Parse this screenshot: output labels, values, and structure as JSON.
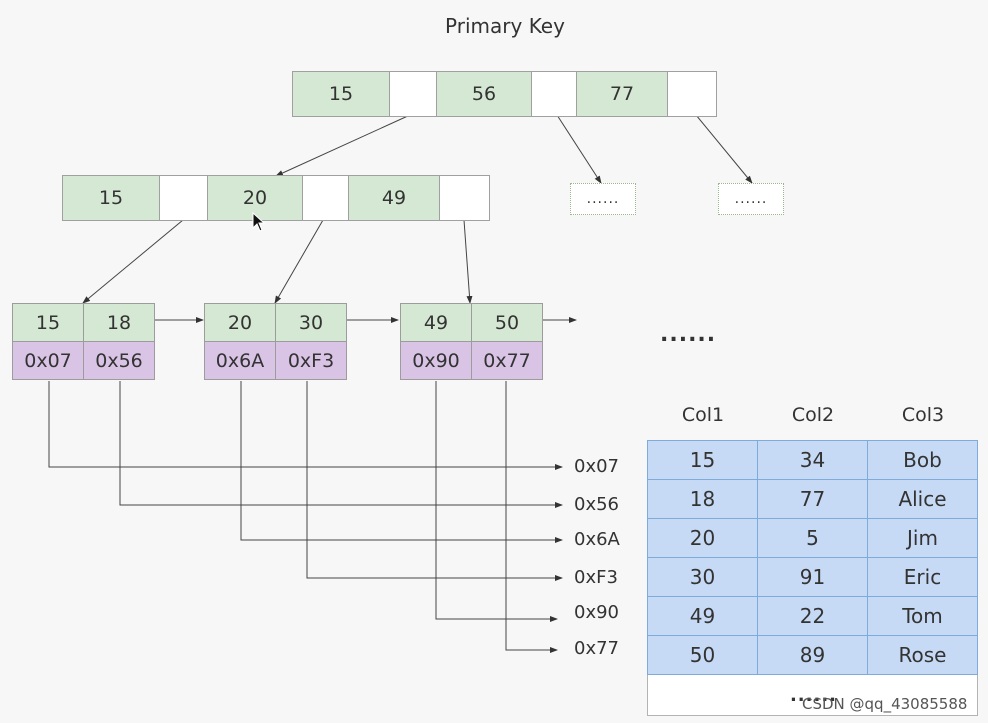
{
  "title": "Primary Key",
  "root_node": {
    "keys": [
      "15",
      "56",
      "77"
    ]
  },
  "internal_node": {
    "keys": [
      "15",
      "20",
      "49"
    ]
  },
  "placeholder_nodes": [
    "......",
    "......"
  ],
  "leaf_nodes": [
    {
      "keys": [
        "15",
        "18"
      ],
      "addresses": [
        "0x07",
        "0x56"
      ]
    },
    {
      "keys": [
        "20",
        "30"
      ],
      "addresses": [
        "0x6A",
        "0xF3"
      ]
    },
    {
      "keys": [
        "49",
        "50"
      ],
      "addresses": [
        "0x90",
        "0x77"
      ]
    }
  ],
  "leaf_ellipsis": "......",
  "address_targets": [
    "0x07",
    "0x56",
    "0x6A",
    "0xF3",
    "0x90",
    "0x77"
  ],
  "table": {
    "columns": [
      "Col1",
      "Col2",
      "Col3"
    ],
    "rows": [
      [
        "15",
        "34",
        "Bob"
      ],
      [
        "18",
        "77",
        "Alice"
      ],
      [
        "20",
        "5",
        "Jim"
      ],
      [
        "30",
        "91",
        "Eric"
      ],
      [
        "49",
        "22",
        "Tom"
      ],
      [
        "50",
        "89",
        "Rose"
      ]
    ],
    "more": "......"
  },
  "watermark": "CSDN @qq_43085588",
  "colors": {
    "key_fill": "#d5e8d4",
    "address_fill": "#d9c4e6",
    "table_fill": "#c7daf5",
    "table_border": "#7eabd9",
    "placeholder_border": "#9ab88f"
  }
}
